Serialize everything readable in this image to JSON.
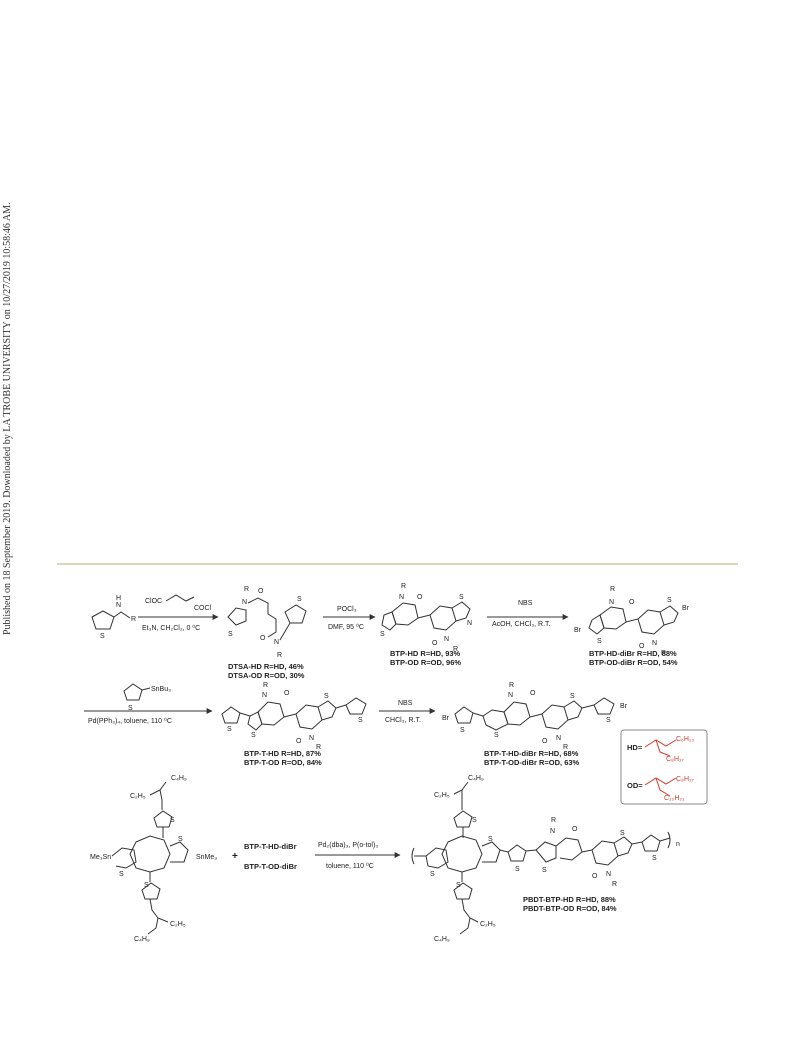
{
  "side_note": "Published on 18 September 2019. Downloaded by LA TROBE UNIVERSITY on 10/27/2019 10:58:46 AM.",
  "atoms": {
    "N": "N",
    "H": "H",
    "R": "R",
    "S": "S",
    "O": "O",
    "Br": "Br",
    "n": "n",
    "plus": "+",
    "C2H5": "C₂H₅",
    "C4H9": "C₄H₉",
    "Me3Sn": "Me₃Sn",
    "SnMe3": "SnMe₃",
    "SnBu3": "SnBu₃",
    "C6H13": "C₆H₁₃",
    "C8H17": "C₈H₁₇",
    "C10H21": "C₁₀H₂₁",
    "ClOC": "ClOC",
    "COCl": "COCl"
  },
  "steps": {
    "s1_reagents": "Et₃N, CH₂Cl₂, 0 ⁰C",
    "s2_above": "POCl₃",
    "s2_below": "DMF, 95 ⁰C",
    "s3_above": "NBS",
    "s3_below": "AcOH, CHCl₃, R.T.",
    "s4_below": "Pd(PPh₃)₄, toluene, 110 ⁰C",
    "s5_above": "NBS",
    "s5_below": "CHCl₃, R.T.",
    "s6_above": "Pd₂(dba)₃, P(o-tol)₃",
    "s6_below": "toluene, 110 ⁰C"
  },
  "labels": {
    "dtsa_hd": "DTSA-HD  R=HD, 46%",
    "dtsa_od": "DTSA-OD  R=OD, 30%",
    "btp_hd": "BTP-HD  R=HD, 93%",
    "btp_od": "BTP-OD  R=OD, 96%",
    "btp_hd_dibr": "BTP-HD-diBr  R=HD, 88%",
    "btp_od_dibr": "BTP-OD-diBr  R=OD, 54%",
    "btp_t_hd": "BTP-T-HD  R=HD, 87%",
    "btp_t_od": "BTP-T-OD  R=OD, 84%",
    "btp_t_hd_dibr": "BTP-T-HD-diBr  R=HD, 68%",
    "btp_t_od_dibr": "BTP-T-OD-diBr  R=OD, 63%",
    "monomer_a": "BTP-T-HD-diBr",
    "monomer_b": "BTP-T-OD-diBr",
    "pbdt_hd": "PBDT-BTP-HD  R=HD, 88%",
    "pbdt_od": "PBDT-BTP-OD  R=OD, 84%",
    "hd_def": "HD=",
    "od_def": "OD="
  }
}
